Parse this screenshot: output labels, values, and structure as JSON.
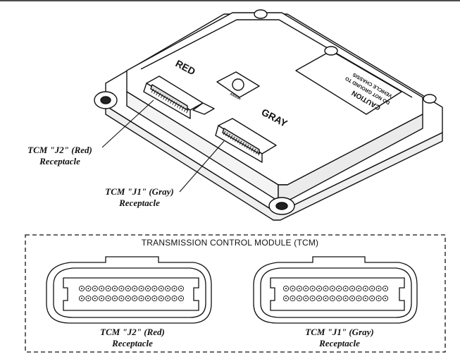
{
  "module": {
    "label_red": "RED",
    "label_gray": "GRAY",
    "caution_line1": "CAUTION",
    "caution_line2": "DO NOT GROUND TO",
    "caution_line3": "VEHICLE CHASSIS",
    "logo_text": "Allison"
  },
  "callouts": {
    "j2": {
      "line1": "TCM \"J2\" (Red)",
      "line2": "Receptacle"
    },
    "j1": {
      "line1": "TCM \"J1\" (Gray)",
      "line2": "Receptacle"
    }
  },
  "panel": {
    "title": "TRANSMISSION CONTROL MODULE (TCM)",
    "left": {
      "line1": "TCM \"J2\" (Red)",
      "line2": "Receptacle"
    },
    "right": {
      "line1": "TCM \"J1\" (Gray)",
      "line2": "Receptacle"
    }
  },
  "colors": {
    "line": "#111111",
    "face": "#ffffff",
    "shade": "#e6e6e6"
  }
}
